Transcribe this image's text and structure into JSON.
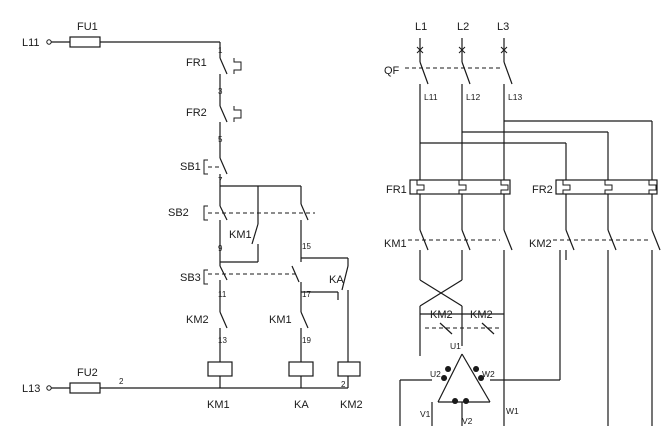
{
  "control": {
    "l11": "L11",
    "l13": "L13",
    "fu1": "FU1",
    "fu2": "FU2",
    "fr1": "FR1",
    "fr2": "FR2",
    "sb1": "SB1",
    "sb2": "SB2",
    "sb3": "SB3",
    "km1_contact": "KM1",
    "km2_contact": "KM2",
    "km1_lower": "KM1",
    "ka_contact": "KA",
    "coil_km1": "KM1",
    "coil_ka": "KA",
    "coil_km2": "KM2",
    "nodes": {
      "n1": "1",
      "n3": "3",
      "n5": "5",
      "n7": "7",
      "n9": "9",
      "n11": "11",
      "n13": "13",
      "n15": "15",
      "n17": "17",
      "n19": "19",
      "n2a": "2",
      "n2b": "2"
    }
  },
  "power": {
    "l1": "L1",
    "l2": "L2",
    "l3": "L3",
    "qf": "QF",
    "l11": "L11",
    "l12": "L12",
    "l13": "L13",
    "fr1": "FR1",
    "fr2": "FR2",
    "km1": "KM1",
    "km2": "KM2",
    "km2_a": "KM2",
    "km2_b": "KM2",
    "u1": "U1",
    "u2": "U2",
    "v1": "V1",
    "v2": "V2",
    "w1": "W1",
    "w2": "W2"
  }
}
